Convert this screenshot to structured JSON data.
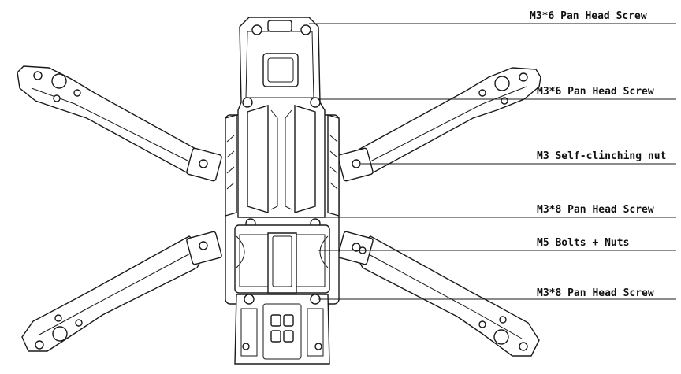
{
  "diagram": {
    "callouts": [
      {
        "id": "top-screw",
        "label": "M3*6 Pan Head Screw"
      },
      {
        "id": "upper-screw",
        "label": "M3*6 Pan Head Screw"
      },
      {
        "id": "nut",
        "label": "M3 Self-clinching nut"
      },
      {
        "id": "mid-screw",
        "label": "M3*8 Pan Head Screw"
      },
      {
        "id": "bolts",
        "label": "M5 Bolts + Nuts"
      },
      {
        "id": "low-screw",
        "label": "M3*8 Pan Head Screw"
      }
    ]
  }
}
